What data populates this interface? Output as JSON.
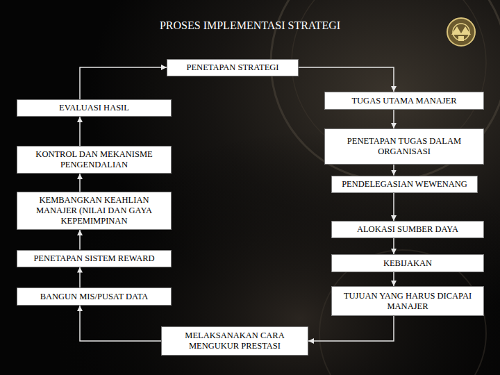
{
  "diagram": {
    "title": "PROSES IMPLEMENTASI STRATEGI",
    "nodes": [
      {
        "text": [
          "PENETAPAN STRATEGI"
        ]
      },
      {
        "text": [
          "TUGAS UTAMA MANAJER"
        ]
      },
      {
        "text": [
          "PENETAPAN TUGAS DALAM ORGANISASI"
        ]
      },
      {
        "text": [
          "PENDELEGASIAN WEWENANG"
        ]
      },
      {
        "text": [
          "ALOKASI SUMBER DAYA"
        ]
      },
      {
        "text": [
          "KEBIJAKAN"
        ]
      },
      {
        "text": [
          "TUJUAN YANG HARUS DICAPAI MANAJER"
        ]
      },
      {
        "text": [
          "MELAKSANAKAN CARA MENGUKUR PRESTASI"
        ]
      },
      {
        "text": [
          "BANGUN MIS/PUSAT DATA"
        ]
      },
      {
        "text": [
          "PENETAPAN SISTEM REWARD"
        ]
      },
      {
        "text": [
          "KEMBANGKAN KEAHLIAN MANAJER (NILAI DAN GAYA KEPEMIMPINAN"
        ]
      },
      {
        "text": [
          "KONTROL DAN MEKANISME PENGENDALIAN"
        ]
      },
      {
        "text": [
          "EVALUASI HASIL"
        ]
      }
    ],
    "edges": [
      {
        "from": 0,
        "to": 1,
        "arrow": "to"
      },
      {
        "from": 1,
        "to": 2,
        "arrow": "to"
      },
      {
        "from": 2,
        "to": 3,
        "arrow": "to"
      },
      {
        "from": 3,
        "to": 4,
        "arrow": "to"
      },
      {
        "from": 4,
        "to": 5,
        "arrow": "to"
      },
      {
        "from": 5,
        "to": 6,
        "arrow": "to"
      },
      {
        "from": 6,
        "to": 7,
        "arrow": "to"
      },
      {
        "from": 7,
        "to": 8,
        "arrow": "to"
      },
      {
        "from": 8,
        "to": 9,
        "arrow": "to"
      },
      {
        "from": 9,
        "to": 10,
        "arrow": "to"
      },
      {
        "from": 10,
        "to": 11,
        "arrow": "to"
      },
      {
        "from": 11,
        "to": 12,
        "arrow": "to"
      },
      {
        "from": 12,
        "to": 0,
        "arrow": "to"
      }
    ]
  }
}
